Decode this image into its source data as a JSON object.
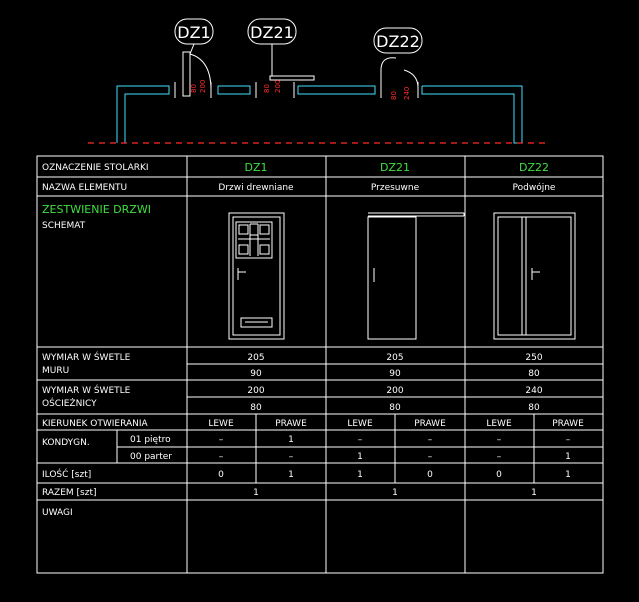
{
  "tags": {
    "dz1": "DZ1",
    "dz21": "DZ21",
    "dz22": "DZ22"
  },
  "plan_dims": {
    "dz1_width": "80",
    "dz1_height": "200",
    "dz21_width": "80",
    "dz21_height": "200",
    "dz22_width": "80",
    "dz22_height": "240"
  },
  "table": {
    "designation_label": "OZNACZENIE STOLARKI",
    "element_name_label": "NAZWA ELEMENTU",
    "summary_title": "ZESTWIENIE DRZWI",
    "scheme_label": "SCHEMAT",
    "wall_opening_label_1": "WYMIAR W ŚWETLE",
    "wall_opening_label_2": "MURU",
    "frame_opening_label_1": "WYMIAR W ŚWETLE",
    "frame_opening_label_2": "OŚCIEŻNICY",
    "direction_label": "KIERUNEK OTWIERANIA",
    "floor_label": "KONDYGN.",
    "floor_1": "01 piętro",
    "floor_0": "00 parter",
    "qty_label": "ILOŚĆ [szt]",
    "total_label": "RAZEM [szt]",
    "notes_label": "UWAGI",
    "left": "LEWE",
    "right": "PRAWE",
    "dash": "–",
    "doors": [
      {
        "code": "DZ1",
        "name": "Drzwi drewniane",
        "wall_h": "205",
        "wall_w": "90",
        "frame_h": "200",
        "frame_w": "80",
        "f1_left": "–",
        "f1_right": "1",
        "f0_left": "–",
        "f0_right": "–",
        "qty_left": "0",
        "qty_right": "1",
        "total": "1"
      },
      {
        "code": "DZ21",
        "name": "Przesuwne",
        "wall_h": "205",
        "wall_w": "90",
        "frame_h": "200",
        "frame_w": "80",
        "f1_left": "–",
        "f1_right": "–",
        "f0_left": "1",
        "f0_right": "–",
        "qty_left": "1",
        "qty_right": "0",
        "total": "1"
      },
      {
        "code": "DZ22",
        "name": "Podwójne",
        "wall_h": "250",
        "wall_w": "80",
        "frame_h": "240",
        "frame_w": "80",
        "f1_left": "–",
        "f1_right": "–",
        "f0_left": "–",
        "f0_right": "1",
        "qty_left": "0",
        "qty_right": "1",
        "total": "1"
      }
    ]
  },
  "colors": {
    "background": "#000000",
    "lines": "#ffffff",
    "walls": "#40e0ff",
    "dims": "#ff2b2b",
    "titles": "#40e040"
  }
}
